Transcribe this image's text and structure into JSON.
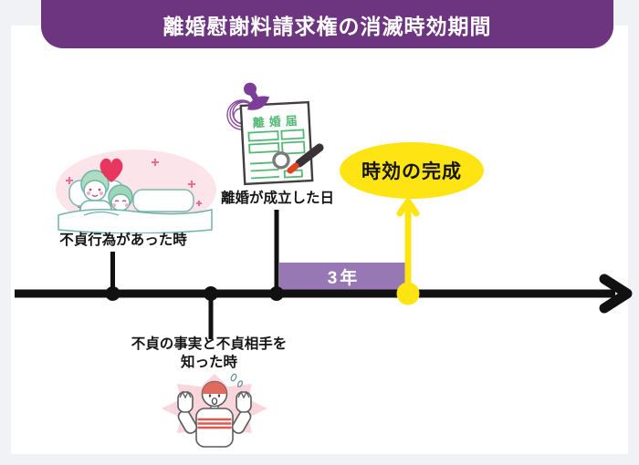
{
  "header": {
    "title": "離婚慰謝料請求権の消滅時効期間"
  },
  "events": {
    "infidelity_label": "不貞行為があった時",
    "divorce_label": "離婚が成立した日",
    "knew_label_line1": "不貞の事実と不貞相手を",
    "knew_label_line2": "知った時"
  },
  "period": {
    "label": "3年"
  },
  "completion": {
    "label": "時効の完成"
  },
  "divorce_form": {
    "title": "離婚届"
  },
  "icons": {
    "timeline_arrow": "right-arrow",
    "completion_arrow": "up-arrow"
  },
  "colors": {
    "header_purple": "#6d3480",
    "period_purple": "#9878b4",
    "highlight_yellow": "#ffe414",
    "timeline_black": "#111111",
    "heart_pink": "#e8365f",
    "form_green": "#54b874",
    "stamp_purple": "#7c3d98"
  }
}
